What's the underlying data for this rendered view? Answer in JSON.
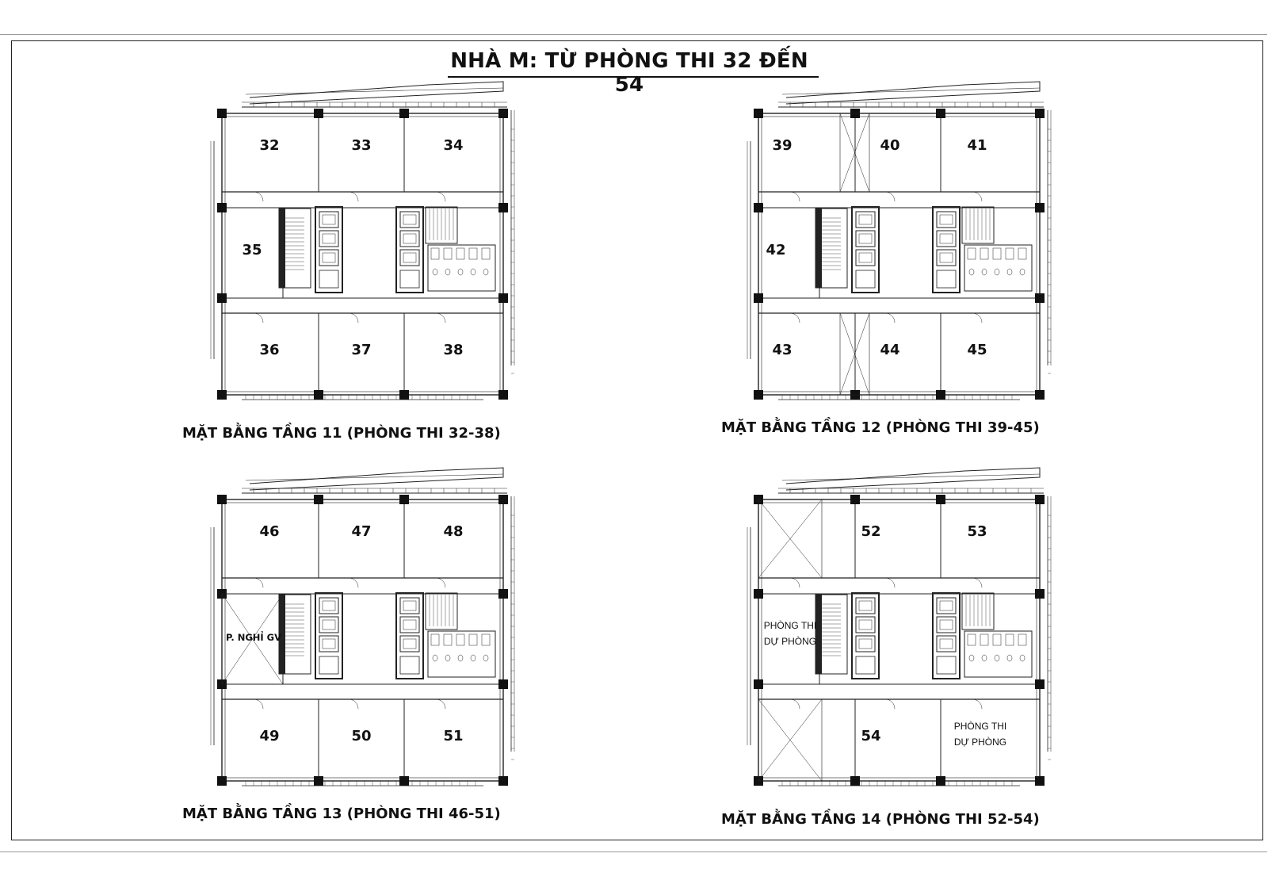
{
  "title": "NHÀ M: TỪ PHÒNG THI 32 ĐẾN 54",
  "plans": [
    {
      "caption": "MẶT BẰNG TẦNG 11 (PHÒNG THI 32-38)",
      "rooms": {
        "a1": "32",
        "a2": "33",
        "a3": "34",
        "b1": "35",
        "c1": "36",
        "c2": "37",
        "c3": "38"
      }
    },
    {
      "caption": "MẶT BẰNG TẦNG 12 (PHÒNG THI 39-45)",
      "rooms": {
        "a1": "39",
        "a2": "40",
        "a3": "41",
        "b1": "42",
        "c1": "43",
        "c2": "44",
        "c3": "45"
      }
    },
    {
      "caption": "MẶT BẰNG TẦNG 13 (PHÒNG THI 46-51)",
      "rooms": {
        "a1": "46",
        "a2": "47",
        "a3": "48",
        "b1": "P. NGHỈ GV",
        "c1": "49",
        "c2": "50",
        "c3": "51"
      }
    },
    {
      "caption": "MẶT BẰNG TẦNG 14 (PHÒNG THI 52-54)",
      "rooms": {
        "a2": "52",
        "a3": "53",
        "c2": "54"
      },
      "reserve_rooms": [
        {
          "line1": "PHÒNG THI",
          "line2": "DỰ PHÒNG"
        },
        {
          "line1": "PHÒNG THI",
          "line2": "DỰ PHÒNG"
        }
      ]
    }
  ]
}
